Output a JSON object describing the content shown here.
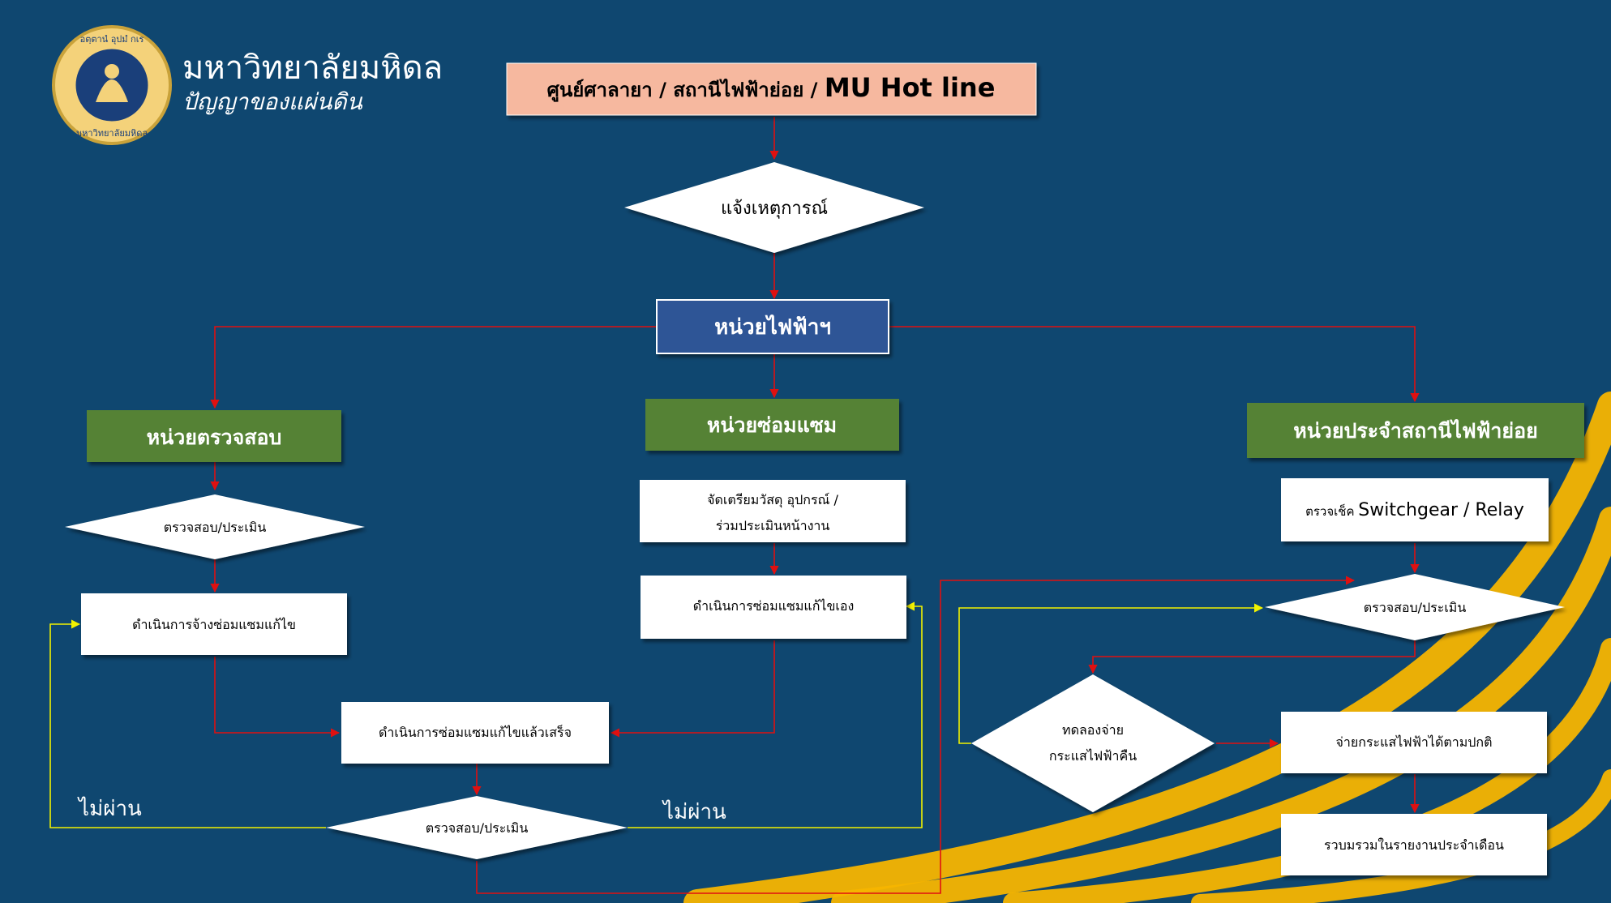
{
  "logo": {
    "title": "มหาวิทยาลัยมหิดล",
    "subtitle": "ปัญญาของแผ่นดิน",
    "seal_text_top": "อตฺตานํ อุปมํ กเร",
    "seal_text_bottom": "มหาวิทยาลัยมหิดล"
  },
  "nodes": {
    "source": "ศูนย์ศาลายา / สถานีไฟฟ้าย่อย / ",
    "source_emphasis": "MU Hot line",
    "report": "แจ้งเหตุการณ์",
    "electric_unit": "หน่วยไฟฟ้าฯ",
    "inspection_unit": "หน่วยตรวจสอบ",
    "repair_unit": "หน่วยซ่อมแซม",
    "substation_unit": "หน่วยประจำสถานีไฟฟ้าย่อย",
    "inspect_assess_left": "ตรวจสอบ/ประเมิน",
    "hire_repair": "ดำเนินการจ้างซ่อมแซมแก้ไข",
    "prepare_line1": "จัดเตรียมวัสดุ อุปกรณ์ /",
    "prepare_line2": "ร่วมประเมินหน้างาน",
    "self_repair": "ดำเนินการซ่อมแซมแก้ไขเอง",
    "repair_done": "ดำเนินการซ่อมแซมแก้ไขแล้วเสร็จ",
    "inspect_assess_bottom": "ตรวจสอบ/ประเมิน",
    "check_prefix": "ตรวจเช็ค ",
    "check_emphasis": "Switchgear / Relay",
    "inspect_assess_right": "ตรวจสอบ/ประเมิน",
    "test_line1": "ทดลองจ่าย",
    "test_line2": "กระแสไฟฟ้าคืน",
    "supply_normal": "จ่ายกระแสไฟฟ้าได้ตามปกติ",
    "monthly_report": "รวบมรวมในรายงานประจำเดือน"
  },
  "labels": {
    "fail_left": "ไม่ผ่าน",
    "fail_middle": "ไม่ผ่าน"
  },
  "colors": {
    "background": "#0f4770",
    "source_fill": "#f6b89f",
    "electric_unit_fill": "#2f5496",
    "unit_fill": "#548235",
    "red_arrow": "#e01010",
    "yellow_arrow": "#f2f200",
    "swoosh": "#f7b500"
  }
}
